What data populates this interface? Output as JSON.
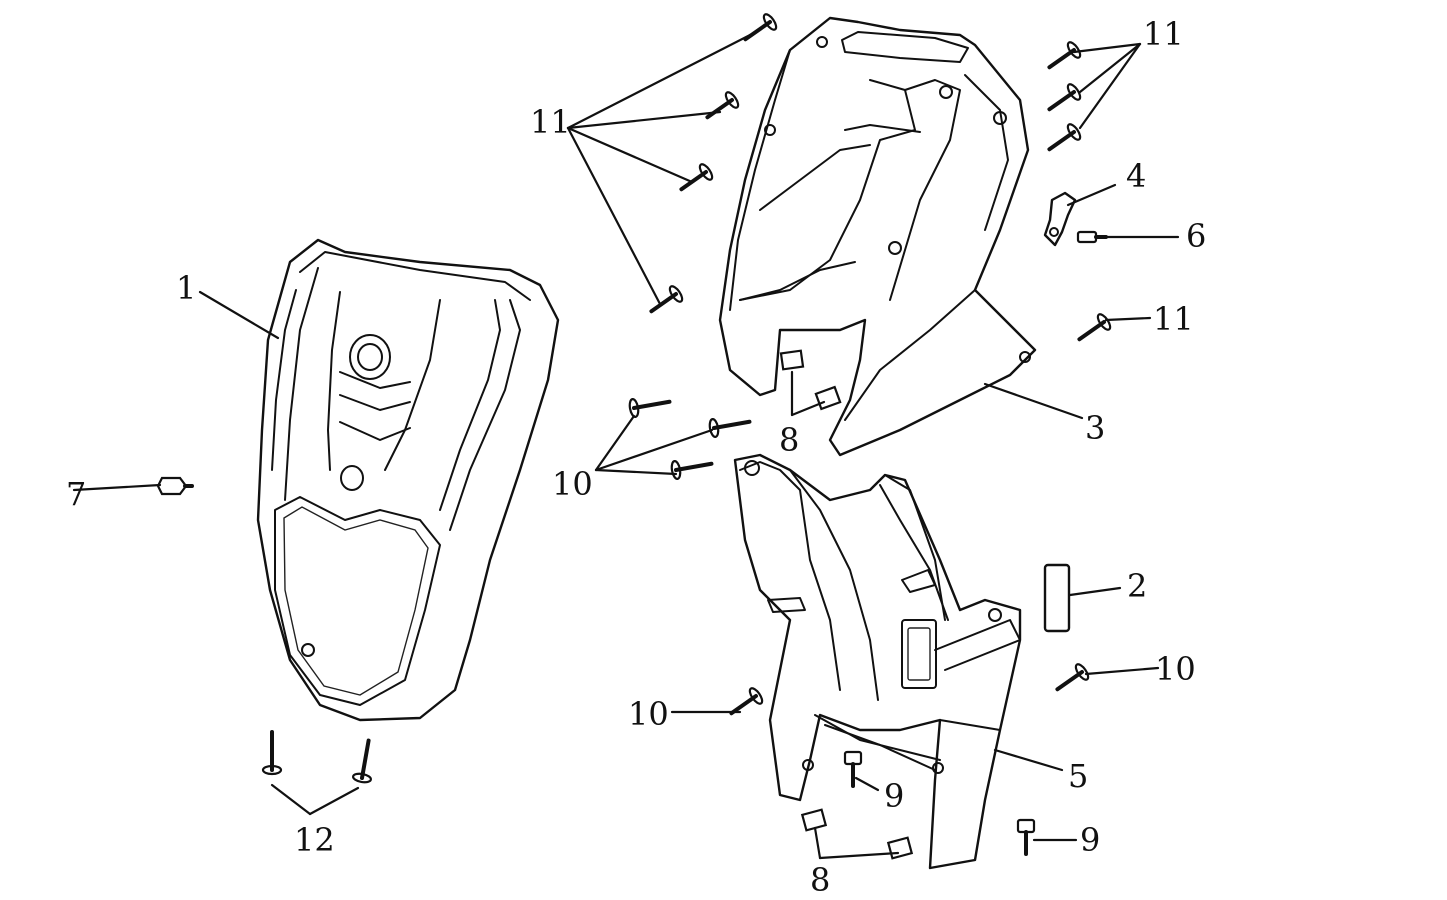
{
  "callouts": {
    "c1": "1",
    "c2": "2",
    "c3": "3",
    "c4": "4",
    "c5": "5",
    "c6": "6",
    "c7": "7",
    "c8_top": "8",
    "c8_bottom": "8",
    "c9_mid": "9",
    "c9_right": "9",
    "c10_top": "10",
    "c10_left": "10",
    "c10_right": "10",
    "c11_left": "11",
    "c11_topright": "11",
    "c11_right": "11",
    "c12": "12"
  }
}
